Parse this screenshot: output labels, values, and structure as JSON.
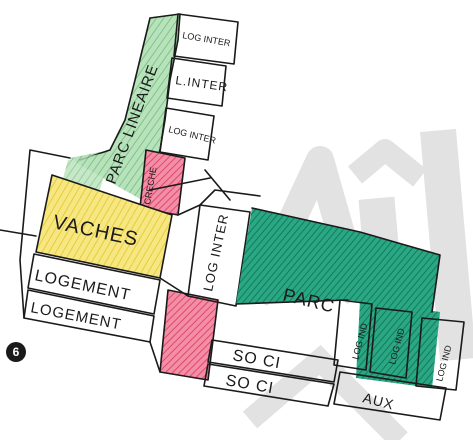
{
  "figure_number": "6",
  "watermark": "Ail",
  "colors": {
    "green": "#9fd3a4",
    "teal": "#1f9e7e",
    "yellow": "#f3e06a",
    "pink": "#ee6d8b",
    "ink": "#1a1a1a",
    "watermark": "#e2e2e2"
  },
  "labels": {
    "log_inter_top": "LOG INTER",
    "l_inter": "L.INTER",
    "log_inter_mid": "LOG INTER",
    "parc_lineaire": "PARC LINEAIRE",
    "creche": "CRECHE",
    "vaches": "VACHES",
    "logement_1": "LOGEMENT",
    "logement_2": "LOGEMENT",
    "log_inter_big": "LOG INTER",
    "parc": "PARC",
    "log_ind_1": "LOG IND",
    "log_ind_2": "LOG IND",
    "log_ind_3": "LOG IND",
    "soci_1": "SO CI",
    "soci_2": "SO CI",
    "aux": "AUX"
  }
}
